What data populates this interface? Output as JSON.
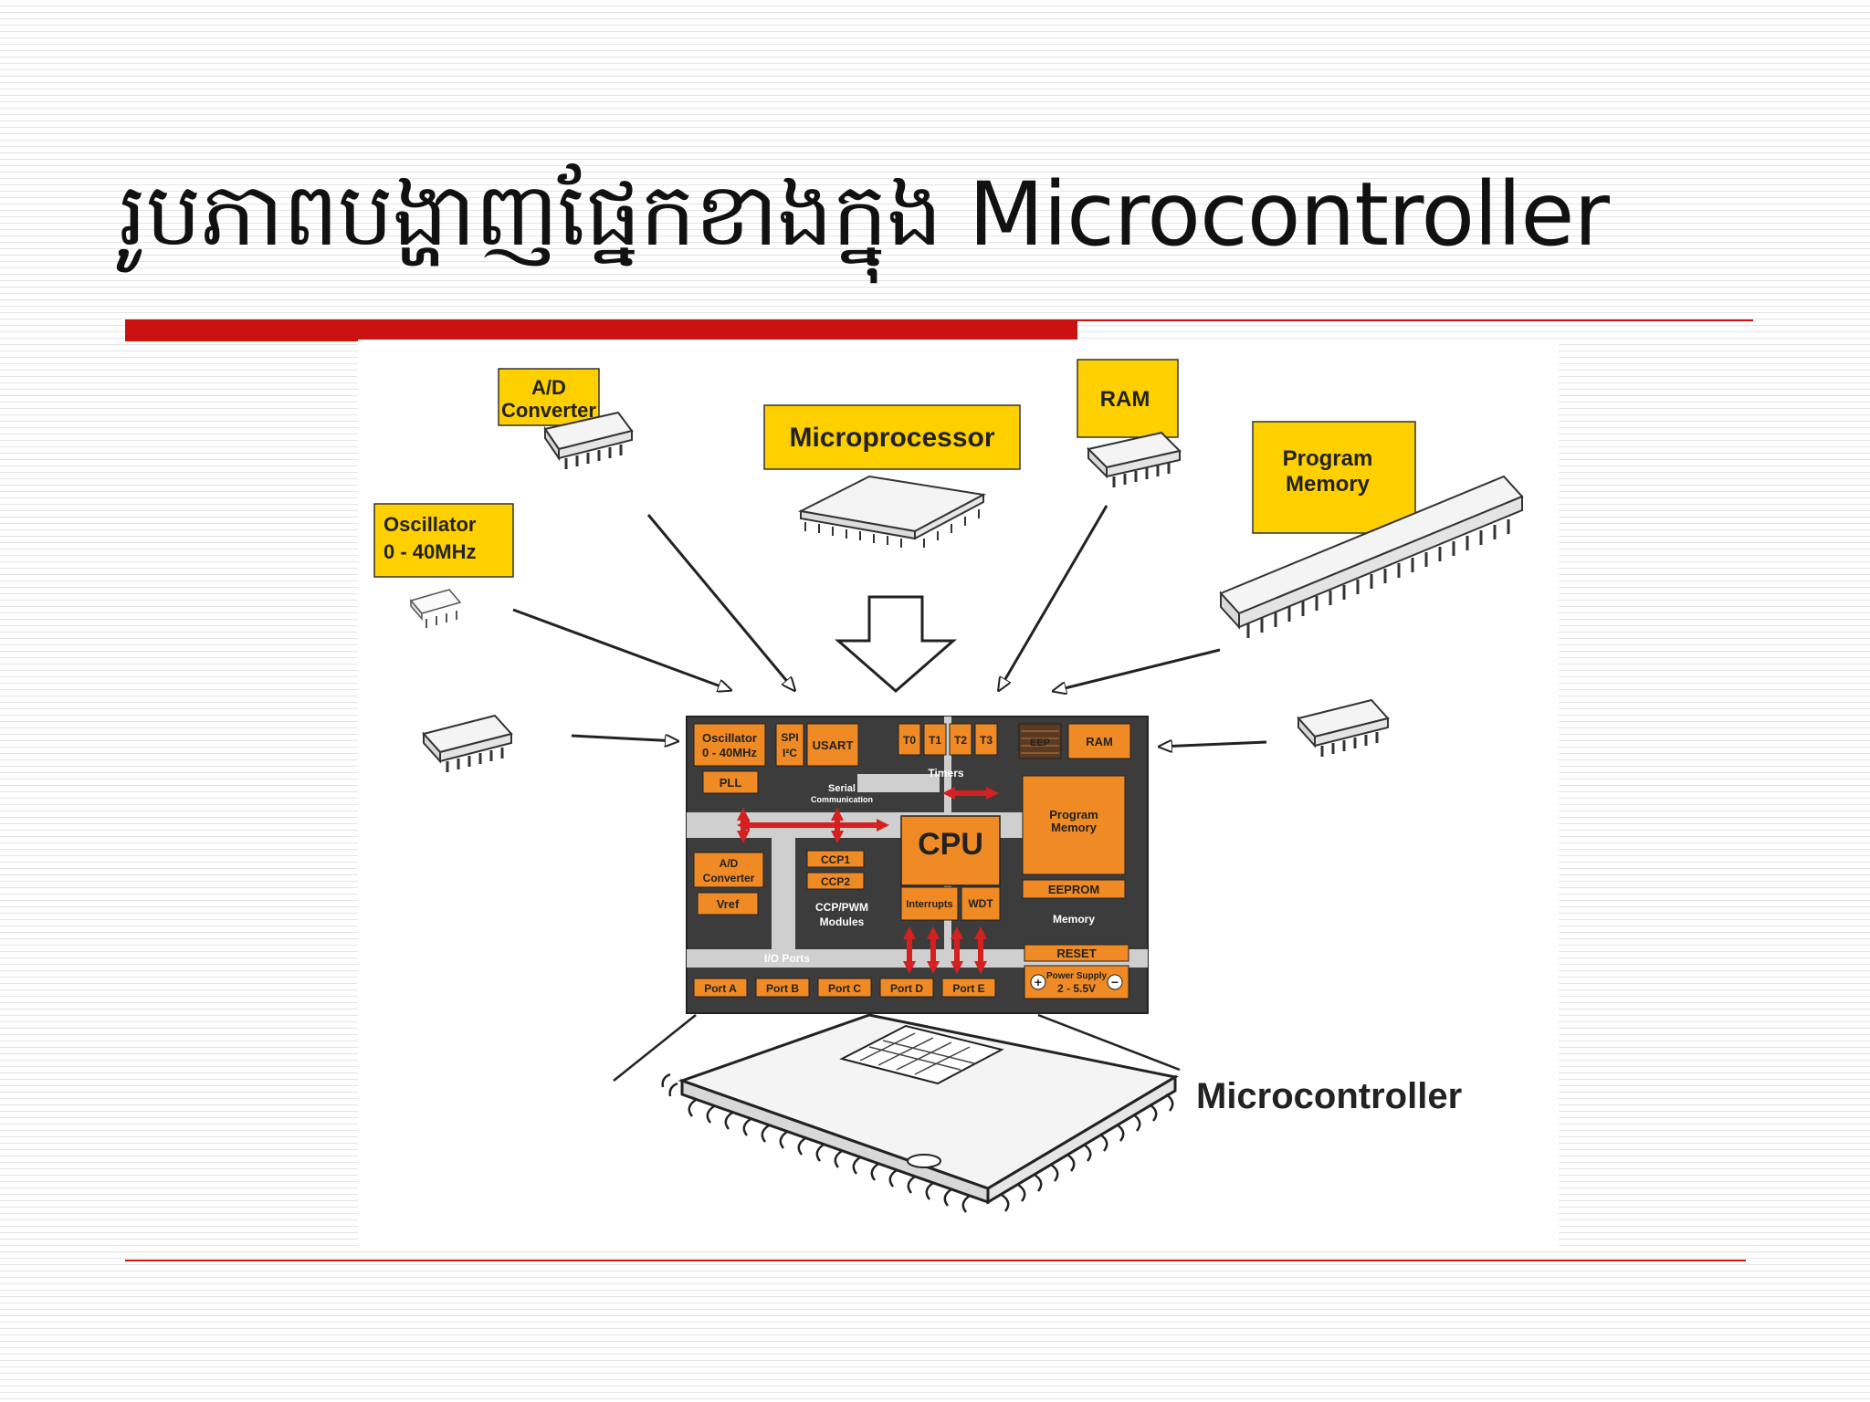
{
  "slide": {
    "title": "រូបភាពបង្ហាញផ្នែកខាងក្នុង Microcontroller"
  },
  "colors": {
    "accent_red": "#cc1111",
    "label_yellow": "#ffd000",
    "block_orange": "#f08a24",
    "panel_gray": "#3c3c3c",
    "bus_light": "#cfcfcf",
    "arrow_red": "#d42020"
  },
  "components": {
    "ad_converter": {
      "line1": "A/D",
      "line2": "Converter"
    },
    "microprocessor": "Microprocessor",
    "ram": "RAM",
    "program_memory": {
      "line1": "Program",
      "line2": "Memory"
    },
    "oscillator": {
      "line1": "Oscillator",
      "line2": "0 - 40MHz"
    }
  },
  "chip_blocks": {
    "oscillator": {
      "line1": "Oscillator",
      "line2": "0 - 40MHz"
    },
    "pll": "PLL",
    "spi": "SPI",
    "i2c": "I²C",
    "usart": "USART",
    "serial_comm": {
      "line1": "Serial",
      "line2": "Communication"
    },
    "timers": [
      "T0",
      "T1",
      "T2",
      "T3"
    ],
    "timers_label": "Timers",
    "eeprom_top": "EEP",
    "ram": "RAM",
    "cpu": "CPU",
    "program_memory": {
      "line1": "Program",
      "line2": "Memory"
    },
    "ad_converter": {
      "line1": "A/D",
      "line2": "Converter"
    },
    "vref": "Vref",
    "ccp1": "CCP1",
    "ccp2": "CCP2",
    "ccp_pwm": {
      "line1": "CCP/PWM",
      "line2": "Modules"
    },
    "interrupts": "Interrupts",
    "wdt": "WDT",
    "eeprom": "EEPROM",
    "memory_label": "Memory",
    "io_ports_label": "I/O Ports",
    "ports": [
      "Port A",
      "Port B",
      "Port C",
      "Port D",
      "Port E"
    ],
    "reset": "RESET",
    "power_supply": {
      "line1": "Power Supply",
      "line2": "2 - 5.5V"
    },
    "plus": "+",
    "minus": "−"
  },
  "microcontroller_label": "Microcontroller"
}
